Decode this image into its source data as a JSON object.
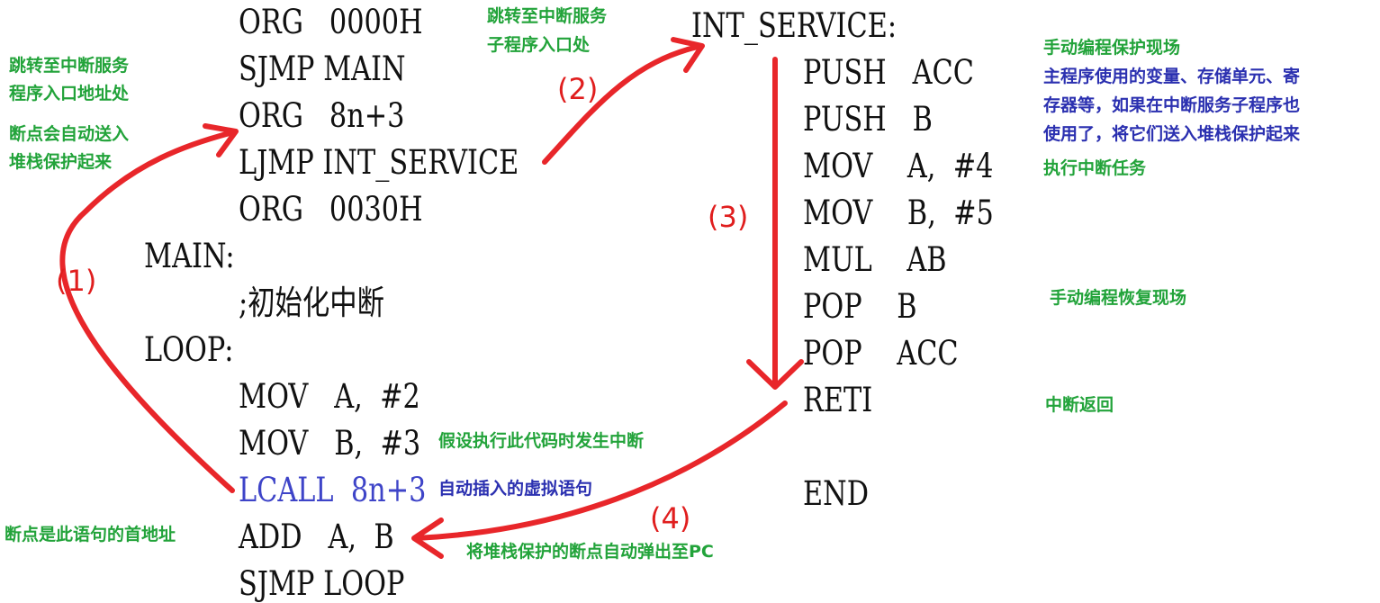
{
  "main_code": {
    "org0": "ORG   0000H",
    "sjmp_main": "SJMP MAIN",
    "org_vec": "ORG   8n+3",
    "ljmp": "LJMP INT_SERVICE",
    "org30": "ORG   0030H",
    "main_label": "MAIN:",
    "init_comment": ";初始化中断",
    "loop_label": "LOOP:",
    "mov_a2": "MOV   A,  #2",
    "mov_b3": "MOV   B,  #3",
    "lcall": "LCALL  8n+3",
    "add_ab": "ADD   A,  B",
    "sjmp_loop": "SJMP LOOP"
  },
  "isr_code": {
    "label": "INT_SERVICE:",
    "push_acc": "PUSH   ACC",
    "push_b": "PUSH   B",
    "mov_a4": "MOV    A,  #4",
    "mov_b5": "MOV    B,  #5",
    "mul": "MUL    AB",
    "pop_b": "POP    B",
    "pop_acc": "POP    ACC",
    "reti": "RETI",
    "end": "END"
  },
  "notes": {
    "jump_isr_addr_1": "跳转至中断服务",
    "jump_isr_addr_2": "程序入口地址处",
    "breakpoint_push_1": "断点会自动送入",
    "breakpoint_push_2": "堆栈保护起来",
    "jump_isr_entry_1": "跳转至中断服务",
    "jump_isr_entry_2": "子程序入口处",
    "manual_save": "手动编程保护现场",
    "save_explain_1": "主程序使用的变量、存储单元、寄",
    "save_explain_2": "存器等，如果在中断服务子程序也",
    "save_explain_3": "使用了，将它们送入堆栈保护起来",
    "exec_task": "执行中断任务",
    "manual_restore": "手动编程恢复现场",
    "int_return": "中断返回",
    "assume_interrupt": "假设执行此代码时发生中断",
    "auto_insert": "自动插入的虚拟语句",
    "breakpoint_addr": "断点是此语句的首地址",
    "pop_to_pc": "将堆栈保护的断点自动弹出至PC"
  },
  "steps": {
    "s1": "(1)",
    "s2": "(2)",
    "s3": "(3)",
    "s4": "(4)"
  },
  "colors": {
    "arrow": "#e8262a",
    "note_green": "#22a33a",
    "note_navy": "#2b30b0",
    "lcall_blue": "#3e44c8",
    "step_red": "#e01e1e"
  }
}
